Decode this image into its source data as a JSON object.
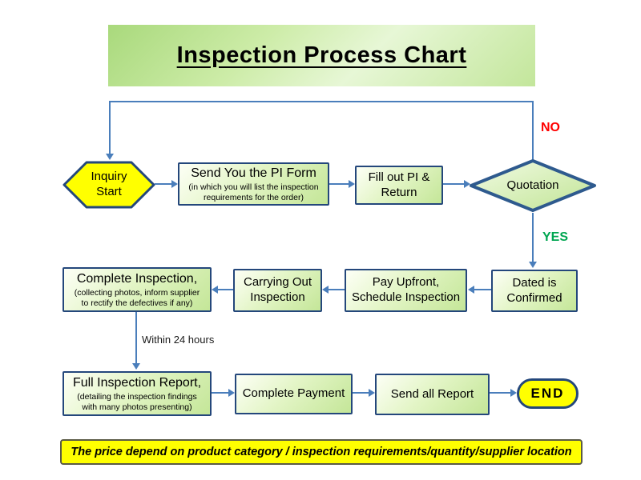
{
  "title": "Inspection Process Chart",
  "nodes": {
    "inquiry_start": {
      "label": "Inquiry\nStart"
    },
    "send_pi_form": {
      "label": "Send You the PI Form",
      "sub": "(in which you will list the inspection\nrequirements for the order)"
    },
    "fill_out_pi": {
      "label": "Fill out PI &\nReturn"
    },
    "quotation": {
      "label": "Quotation"
    },
    "dated_confirmed": {
      "label": "Dated is\nConfirmed"
    },
    "pay_upfront": {
      "label": "Pay Upfront,\nSchedule Inspection"
    },
    "carrying_out": {
      "label": "Carrying Out\nInspection"
    },
    "complete_inspection": {
      "label": "Complete Inspection,",
      "sub": "(collecting photos, inform supplier\nto rectify the defectives if any)"
    },
    "full_report": {
      "label": "Full Inspection Report,",
      "sub": "(detailing the inspection findings\nwith many photos presenting)"
    },
    "complete_payment": {
      "label": "Complete Payment"
    },
    "send_all_report": {
      "label": "Send all Report"
    },
    "end": {
      "label": "END"
    }
  },
  "edge_labels": {
    "no": "NO",
    "yes": "YES",
    "within_24_hours": "Within 24 hours"
  },
  "footer": {
    "note": "The price depend on product category / inspection requirements/quantity/supplier location"
  },
  "colors": {
    "node_border": "#24477b",
    "connector": "#4a7ebb",
    "highlight_yellow": "#ffff00",
    "no_label": "#ff0000",
    "yes_label": "#00a651",
    "banner_green": "#bfe596"
  }
}
